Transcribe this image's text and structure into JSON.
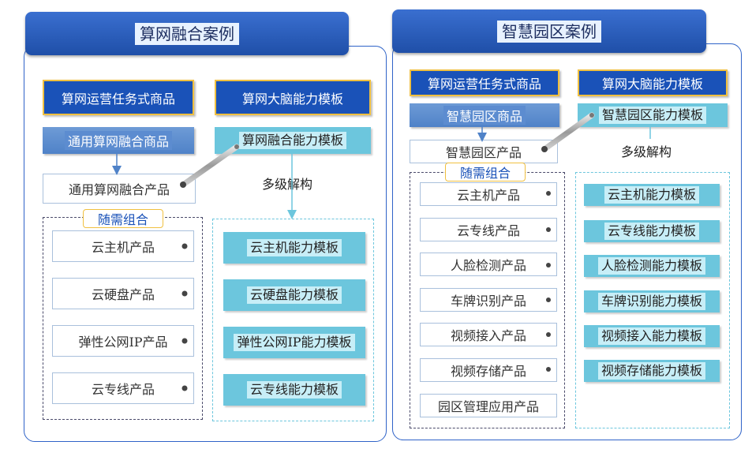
{
  "left": {
    "title": "算网融合案例",
    "header_left": "算网运营任务式商品",
    "header_right": "算网大脑能力模板",
    "commodity": "通用算网融合商品",
    "template": "算网融合能力模板",
    "product": "通用算网融合产品",
    "decompose": "多级解构",
    "combine": "随需组合",
    "rows": [
      {
        "product": "云主机产品",
        "template": "云主机能力模板"
      },
      {
        "product": "云硬盘产品",
        "template": "云硬盘能力模板"
      },
      {
        "product": "弹性公网IP产品",
        "template": "弹性公网IP能力模板"
      },
      {
        "product": "云专线产品",
        "template": "云专线能力模板"
      }
    ]
  },
  "right": {
    "title": "智慧园区案例",
    "header_left": "算网运营任务式商品",
    "header_right": "算网大脑能力模板",
    "commodity": "智慧园区商品",
    "template": "智慧园区能力模板",
    "product": "智慧园区产品",
    "decompose": "多级解构",
    "combine": "随需组合",
    "rows": [
      {
        "product": "云主机产品",
        "template": "云主机能力模板"
      },
      {
        "product": "云专线产品",
        "template": "云专线能力模板"
      },
      {
        "product": "人脸检测产品",
        "template": "人脸检测能力模板"
      },
      {
        "product": "车牌识别产品",
        "template": "车牌识别能力模板"
      },
      {
        "product": "视频接入产品",
        "template": "视频接入能力模板"
      },
      {
        "product": "视频存储产品",
        "template": "视频存储能力模板"
      }
    ],
    "extra_product": "园区管理应用产品"
  }
}
